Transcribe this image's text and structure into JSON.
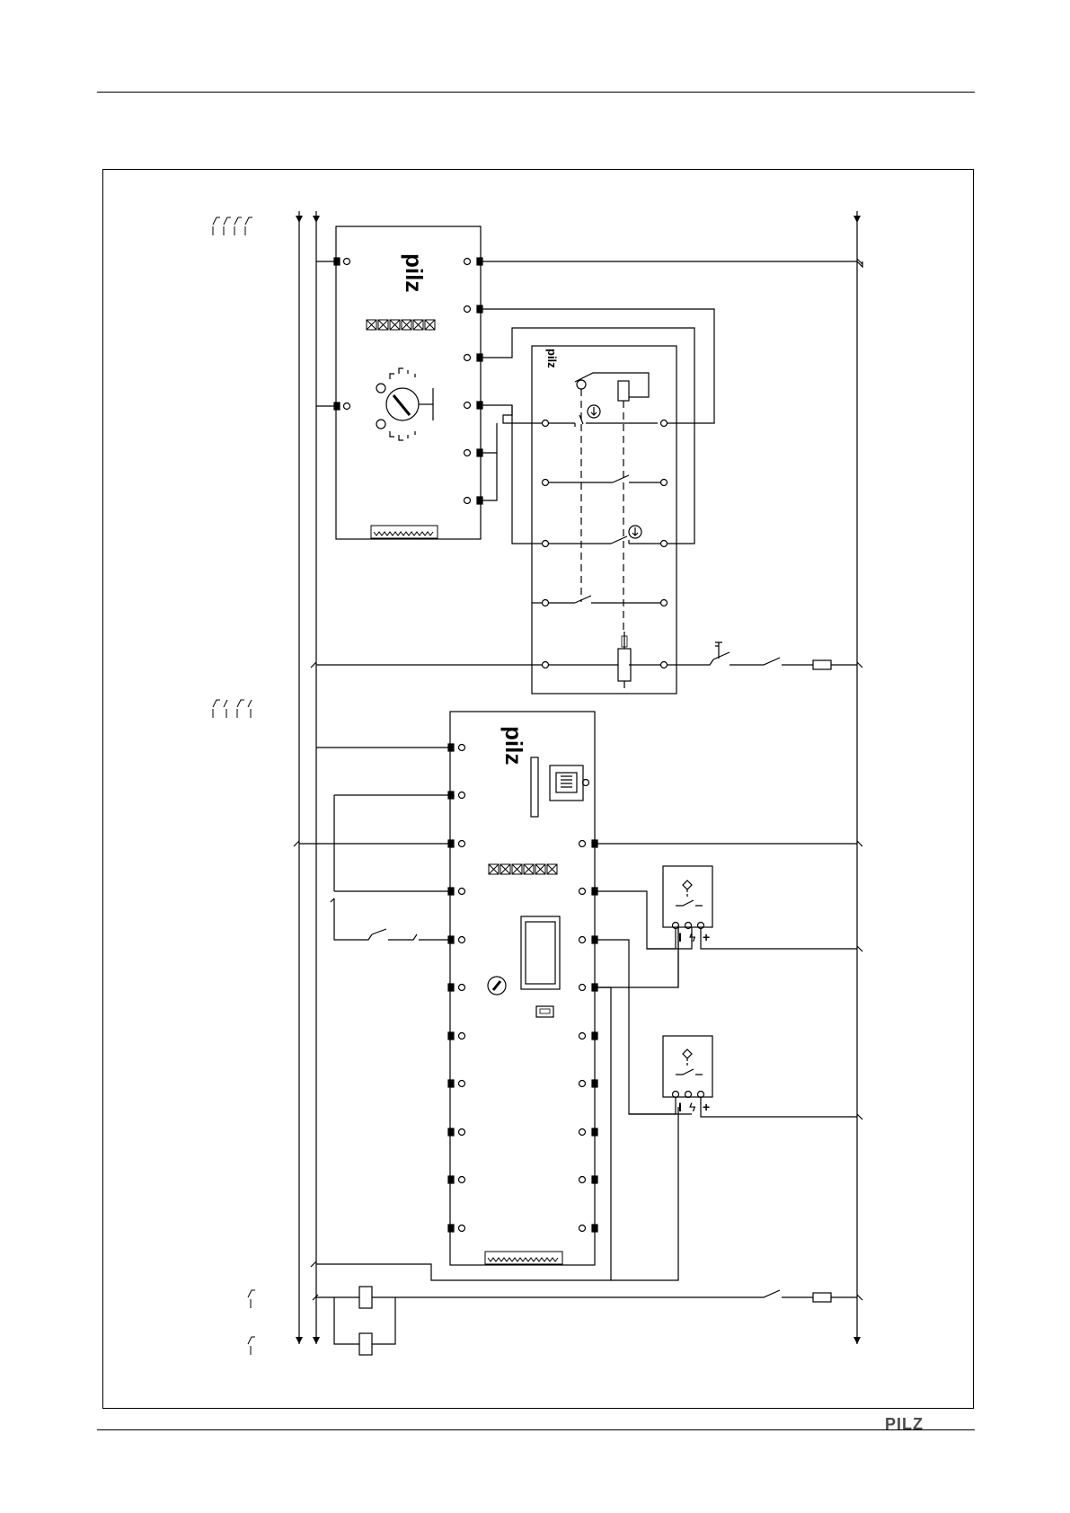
{
  "document": {
    "brand_footer": "PILZ"
  },
  "modules": {
    "logo_text": "pilz"
  },
  "switches": {
    "power_supply_terminals": [
      "I",
      "ϟ",
      "+"
    ]
  },
  "colors": {
    "line": "#000000",
    "background": "#ffffff",
    "footer_brand": "#4a4a4a"
  },
  "icons": {
    "top_module": [
      "pilz-logo-icon",
      "led-row-icon",
      "rotary-selector-icon",
      "connector-strip-icon"
    ],
    "safety_switch": [
      "pilz-logo-icon",
      "actuator-icon",
      "lock-symbol-icon",
      "solenoid-icon"
    ],
    "bottom_module": [
      "pilz-logo-icon",
      "rj45-port-icon",
      "led-row-icon",
      "display-icon",
      "reset-button-icon",
      "usb-port-icon",
      "connector-strip-icon"
    ],
    "field_devices": [
      "proximity-switch-icon",
      "fuse-icon",
      "contactor-coil-icon",
      "contact-symbol-icon"
    ]
  }
}
